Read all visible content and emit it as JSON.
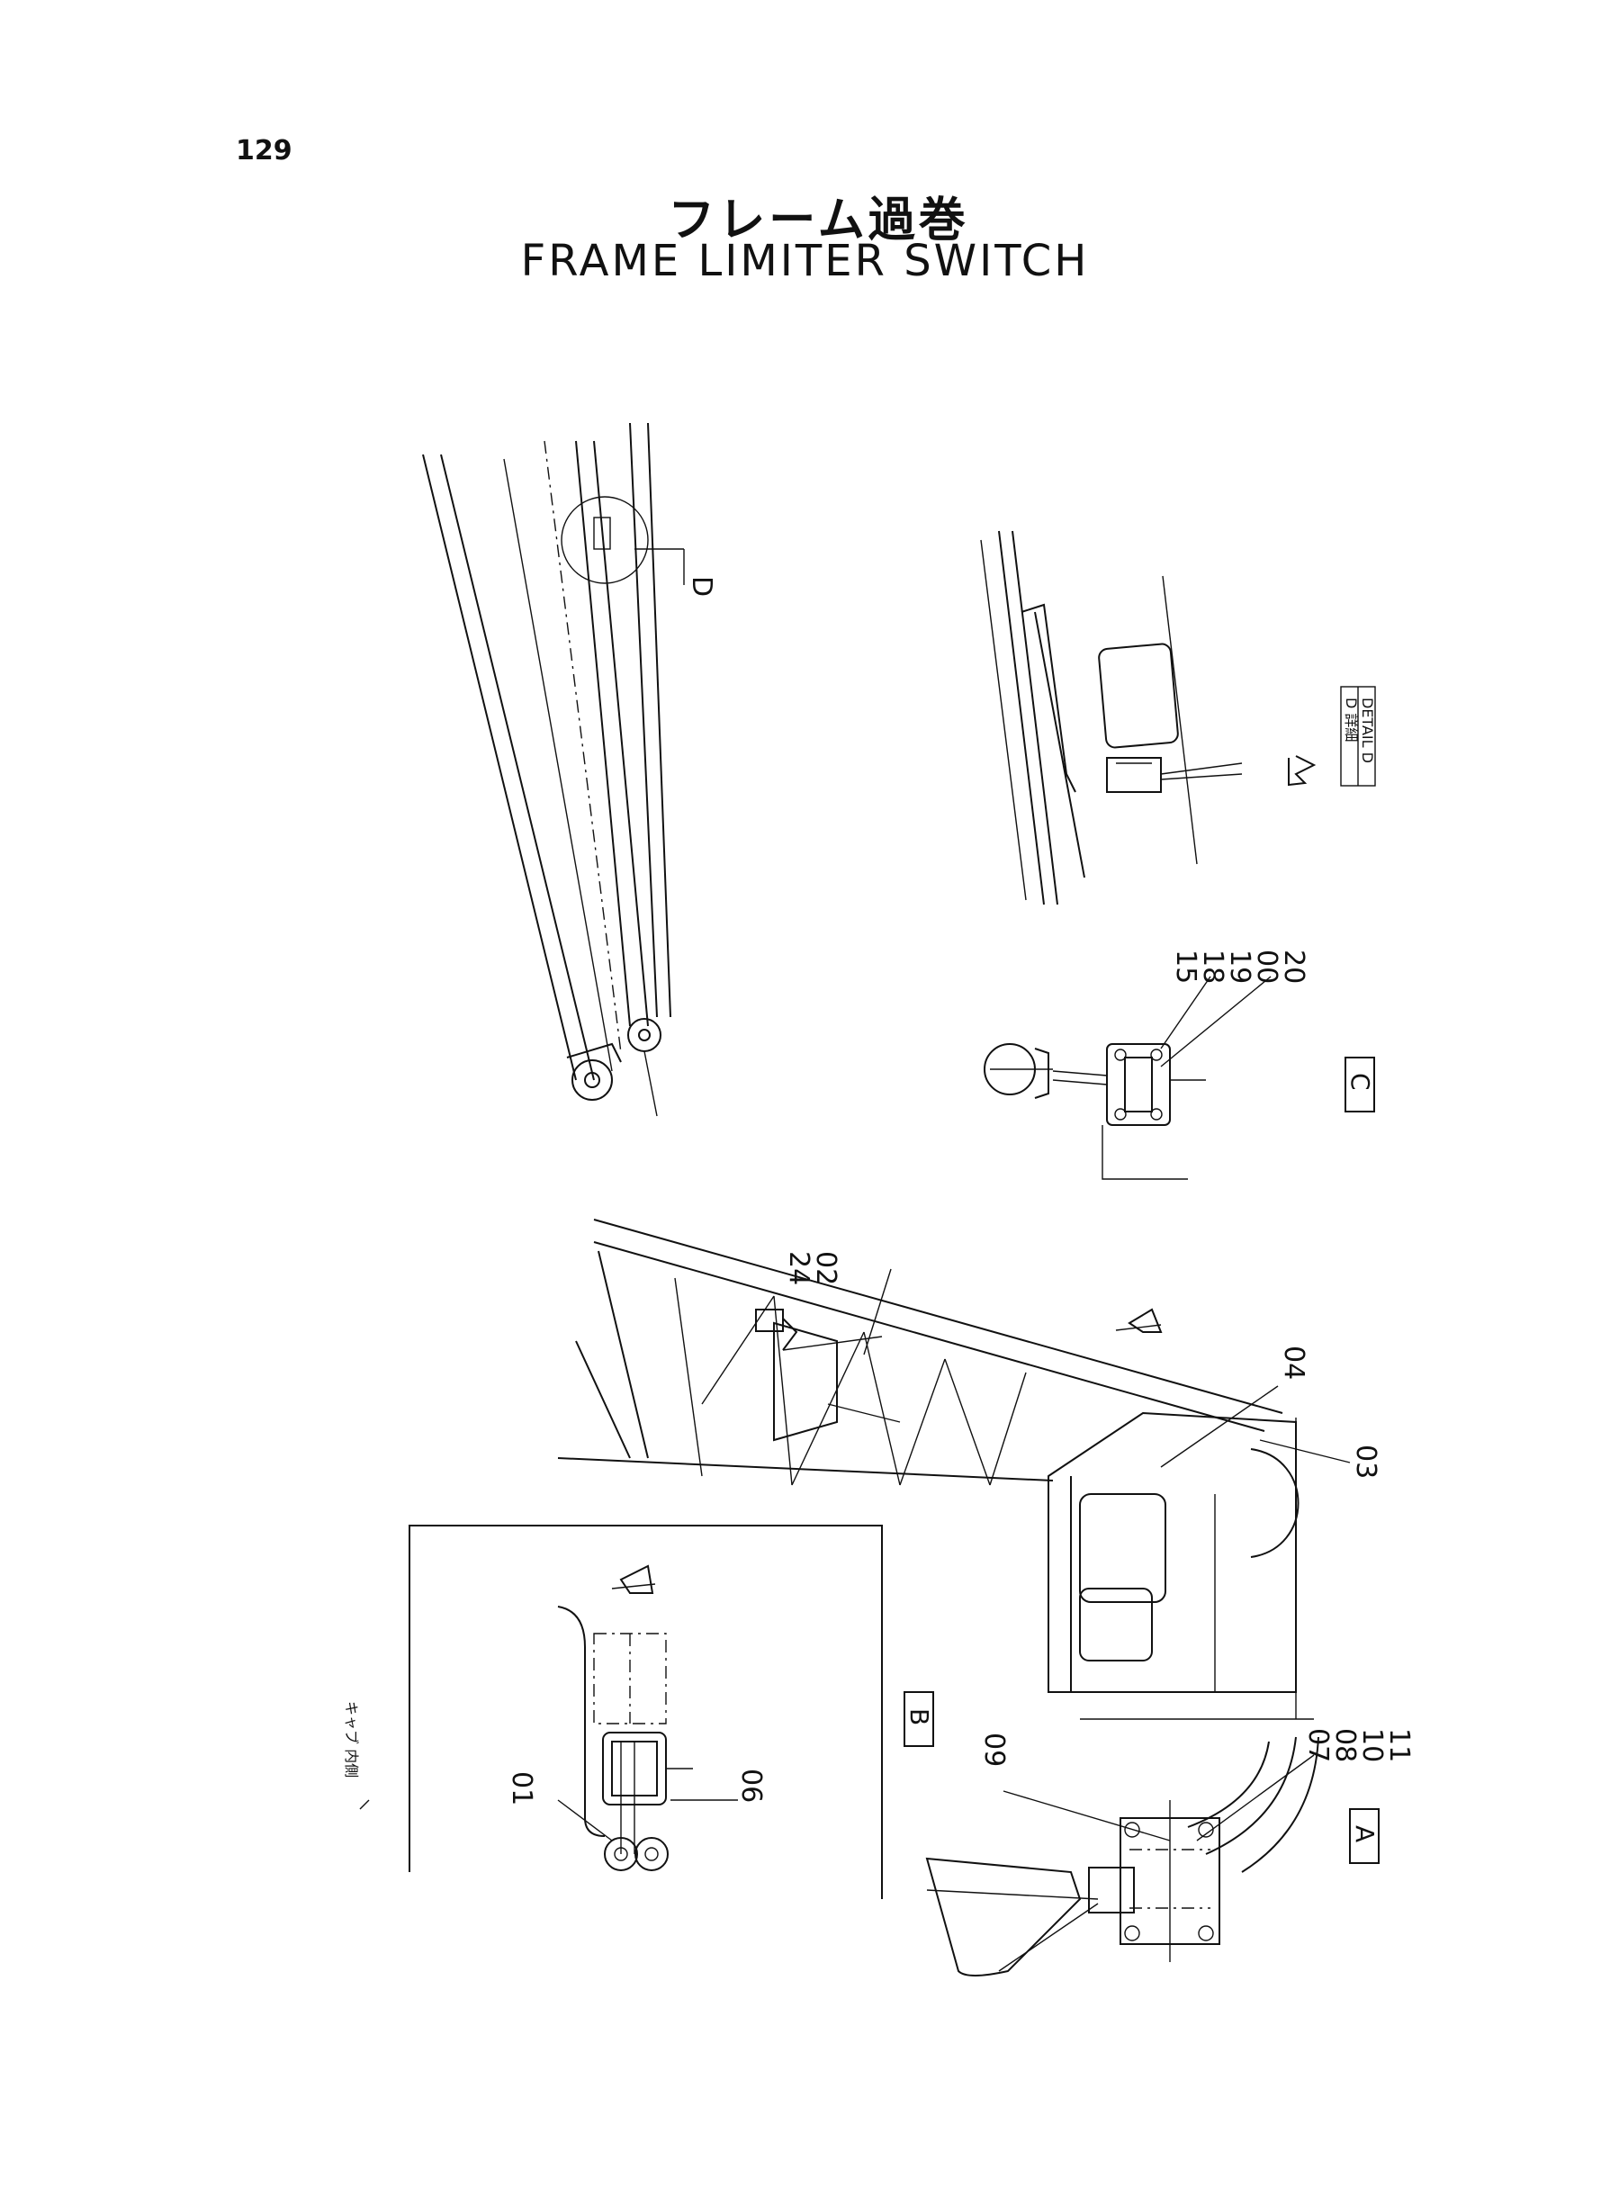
{
  "page_number": "129",
  "title_jp": "フレーム過巻",
  "title_en": "FRAME LIMITER SWITCH",
  "detail_d_text": "DETAIL D",
  "detail_d_jp": "D 詳細",
  "cab_note_jp": "キャブ 内側",
  "views": {
    "a": "A",
    "b": "B",
    "c": "C",
    "d": "D"
  },
  "part_numbers": {
    "p01": "01",
    "p02": "02",
    "p03": "03",
    "p04": "04",
    "p06": "06",
    "p07": "07",
    "p08": "08",
    "p09": "09",
    "p10": "10",
    "p11": "11",
    "p15": "15",
    "p18": "18",
    "p19": "19",
    "p00": "00",
    "p20": "20",
    "p24": "24"
  }
}
